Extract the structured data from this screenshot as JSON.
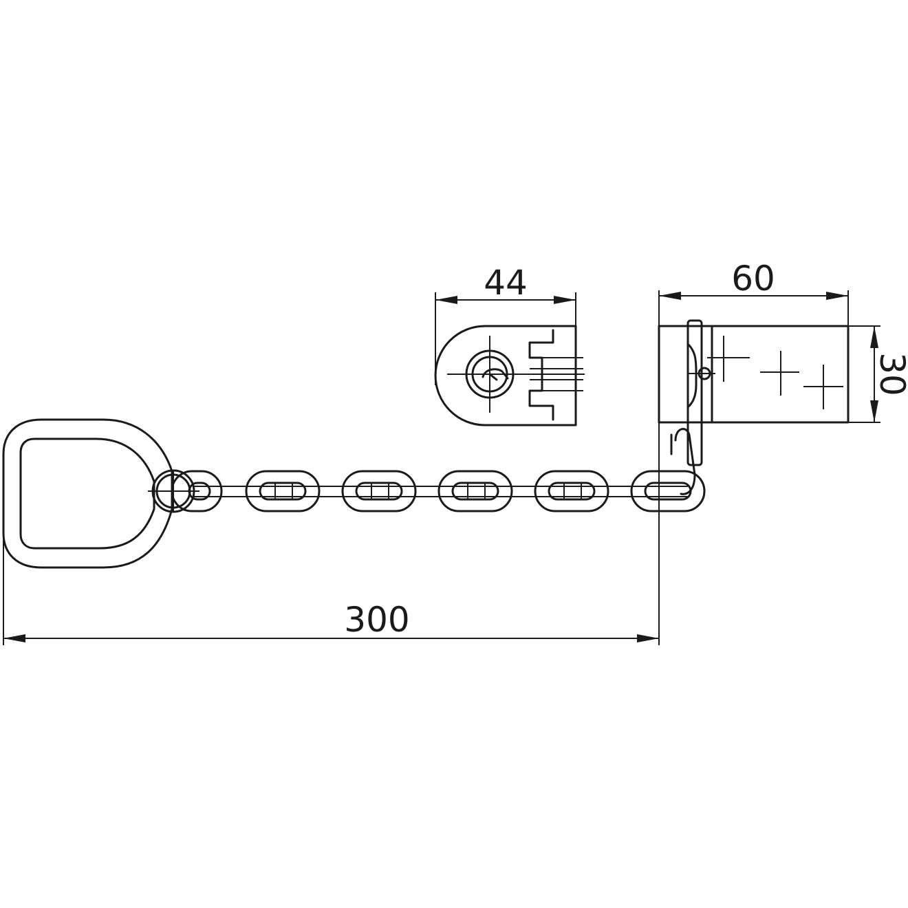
{
  "drawing": {
    "dimensions": {
      "overall_length": "300",
      "plate_width": "44",
      "body_length": "60",
      "body_height": "30"
    }
  }
}
